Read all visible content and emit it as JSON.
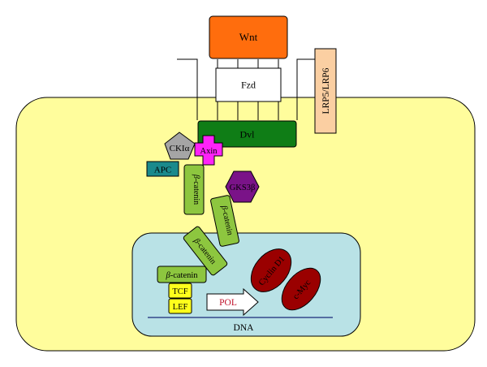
{
  "labels": {
    "wnt": "Wnt",
    "fzd": "Fzd",
    "lrp": "LRP5/LRP6",
    "dvl": "Dvl",
    "cki_base": "CKI",
    "cki_greek": "α",
    "axin": "Axin",
    "apc": "APC",
    "gsk": "GKS3β",
    "beta": "β",
    "catenin": "-catenin",
    "cyclin": "Cyclin D1",
    "cmyc": "c-Myc",
    "tcf": "TCF",
    "lef": "LEF",
    "pol": "POL",
    "dna": "DNA"
  },
  "colors": {
    "cell": "#fffd9c",
    "nucleus": "#b9e2e6",
    "wnt": "#ff6d0d",
    "lrp": "#fbcfa2",
    "dvl": "#0f7d16",
    "cki": "#a5a5a5",
    "axin": "#ff22f8",
    "apc": "#1a8a8c",
    "gsk": "#7a1388",
    "catenin": "#8dc63f",
    "red_oval": "#9a0000",
    "tcf": "#ffff1c",
    "pol_text": "#c0112a",
    "dna_line": "#1c2a78"
  }
}
